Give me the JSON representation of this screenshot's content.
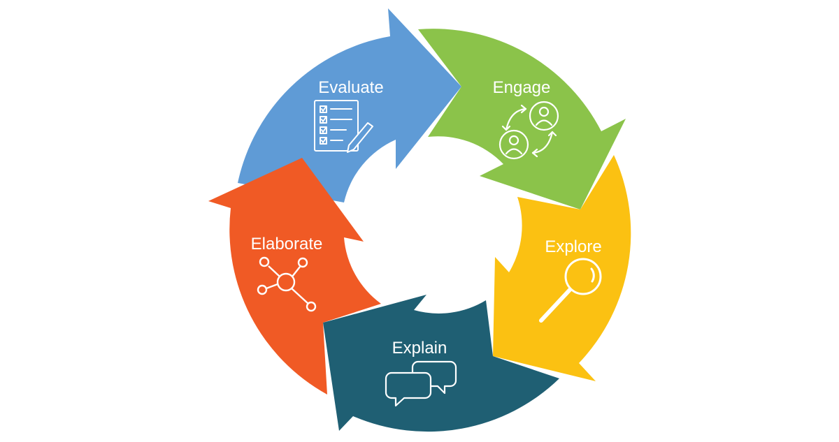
{
  "cycle": {
    "stages": [
      {
        "label": "Engage",
        "color": "#8bc34a",
        "icon": "people-exchange-icon"
      },
      {
        "label": "Explore",
        "color": "#fbc112",
        "icon": "magnifying-glass-icon"
      },
      {
        "label": "Explain",
        "color": "#1f5f73",
        "icon": "speech-bubbles-icon"
      },
      {
        "label": "Elaborate",
        "color": "#f05a25",
        "icon": "network-nodes-icon"
      },
      {
        "label": "Evaluate",
        "color": "#5f9bd6",
        "icon": "checklist-pencil-icon"
      }
    ]
  }
}
